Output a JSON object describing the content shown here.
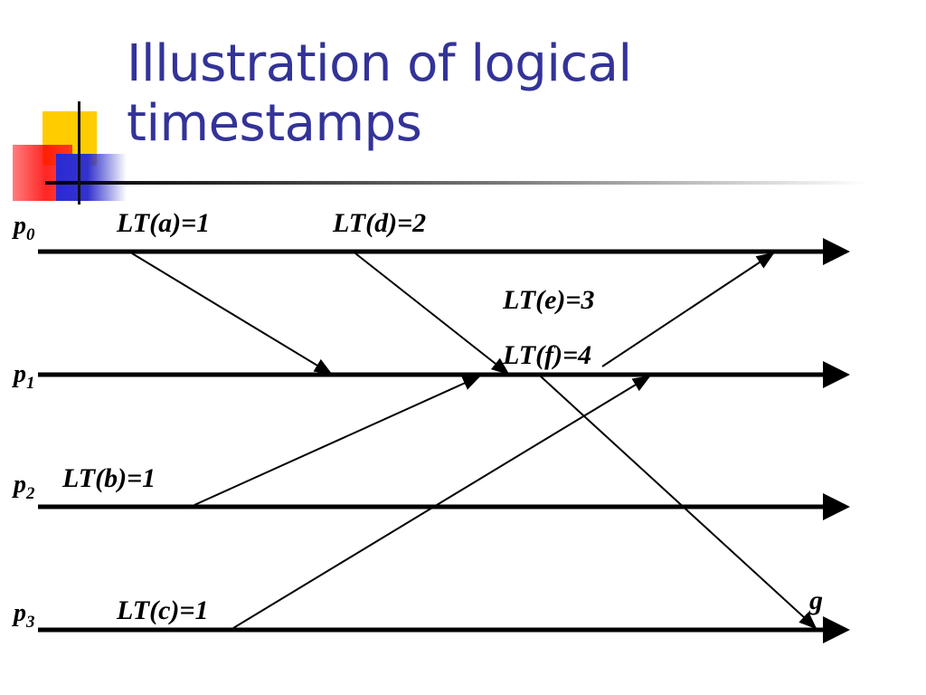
{
  "title": {
    "line1": "Illustration of logical",
    "line2": "timestamps"
  },
  "processes": [
    {
      "name": "p",
      "index": "0"
    },
    {
      "name": "p",
      "index": "1"
    },
    {
      "name": "p",
      "index": "2"
    },
    {
      "name": "p",
      "index": "3"
    }
  ],
  "events": {
    "a": "LT(a)=1",
    "d": "LT(d)=2",
    "e": "LT(e)=3",
    "f": "LT(f)=4",
    "b": "LT(b)=1",
    "c": "LT(c)=1",
    "g": "g"
  }
}
